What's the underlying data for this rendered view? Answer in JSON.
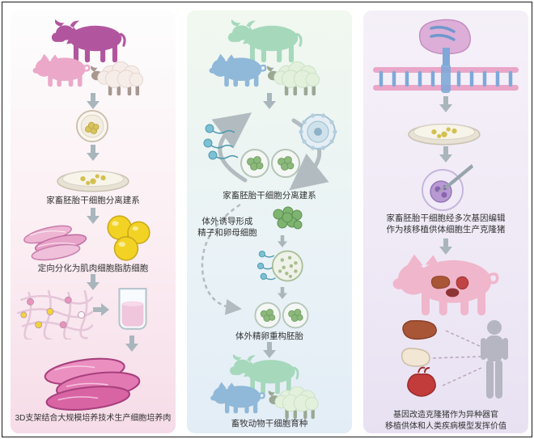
{
  "figure": {
    "panels": {
      "left": {
        "captions": {
          "esc": "家畜胚胎干细胞分离建系",
          "differentiation": "定向分化为肌肉细胞脂肪细胞",
          "bottom": "3D支架结合大规模培养技术生产细胞培养肉"
        }
      },
      "middle": {
        "captions": {
          "esc": "家畜胚胎干细胞分离建系",
          "induction": "体外诱导形成\n精子和卵母细胞",
          "embryo": "体外精卵重构胚胎",
          "bottom": "畜牧动物干细胞育种"
        }
      },
      "right": {
        "captions": {
          "editing": "家畜胚胎干细胞经多次基因编辑\n作为核移植供体细胞生产克隆猪",
          "bottom": "基因改造克隆猪作为异种器官\n移植供体和人类疾病模型发挥价值"
        }
      }
    },
    "palette": {
      "left_cow": "#b1569e",
      "left_pig": "#eba8c8",
      "left_sheep_wool": "#f6ede9",
      "middle_cow": "#a6d8bc",
      "middle_pig": "#90b8d8",
      "middle_sheep_wool": "#e2f0dc",
      "right_pig": "#f0b6cc",
      "arrow_gray": "#a9b6bc",
      "caption_text": "#333333",
      "fat_cell_yellow": "#f2d324",
      "muscle_pink": "#e8a3c8",
      "meat_magenta": "#e379b2",
      "stem_cell_green": "#7fb470",
      "sperm_teal": "#7cc0d4",
      "dna_pink": "#e9a6c8",
      "dna_blue": "#7fa8d8",
      "organ_liver": "#a85636",
      "organ_heart": "#c23c3c",
      "human_gray": "#b6b6c2"
    }
  }
}
